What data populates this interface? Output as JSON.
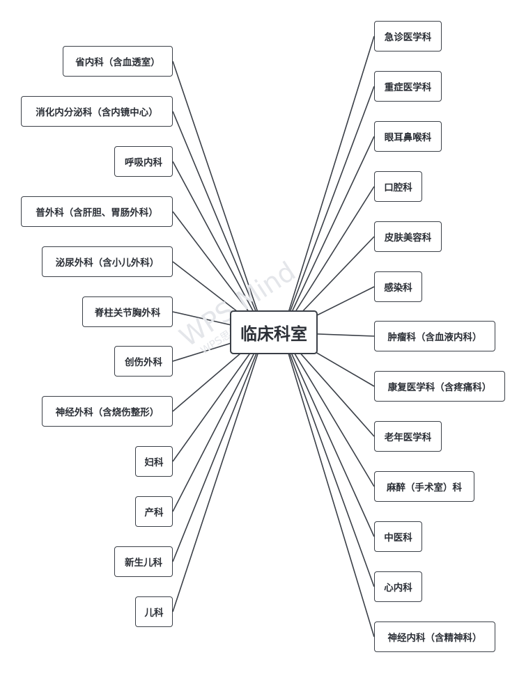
{
  "center": {
    "label": "临床科室"
  },
  "watermark": {
    "main": "WPS Mind",
    "sub": "WPS思维导图"
  },
  "left_branches": [
    "省内科（含血透室）",
    "消化内分泌科（含内镜中心）",
    "呼吸内科",
    "普外科（含肝胆、胃肠外科）",
    "泌尿外科（含小儿外科）",
    "脊柱关节胸外科",
    "创伤外科",
    "神经外科（含烧伤整形）",
    "妇科",
    "产科",
    "新生儿科",
    "儿科"
  ],
  "right_branches": [
    "急诊医学科",
    "重症医学科",
    "眼耳鼻喉科",
    "口腔科",
    "皮肤美容科",
    "感染科",
    "肿瘤科（含血液内科）",
    "康复医学科（含疼痛科）",
    "老年医学科",
    "麻醉（手术室）科",
    "中医科",
    "心内科",
    "神经内科（含精神科）"
  ],
  "colors": {
    "line": "#3a3f47",
    "border": "#3a3f47",
    "text": "#2b2f36",
    "background": "#ffffff",
    "watermark": "#e4e6ea"
  }
}
